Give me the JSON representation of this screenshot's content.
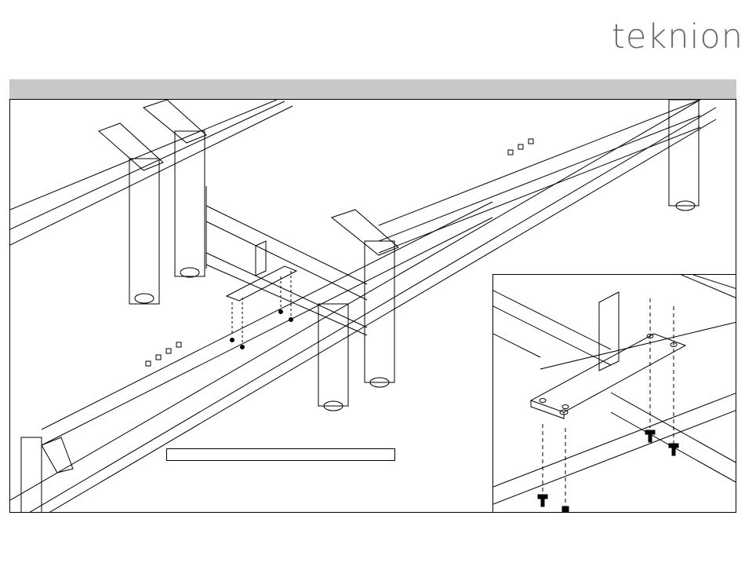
{
  "brand": {
    "logo_text": "teknion",
    "logo_color": "#6b6b6b"
  },
  "header_band": {
    "color": "#c8c8c8"
  },
  "main_drawing": {
    "icon": "desk-frame-assembly-isometric",
    "caption_box_text": ""
  },
  "detail_inset": {
    "icon": "bracket-screw-detail"
  }
}
